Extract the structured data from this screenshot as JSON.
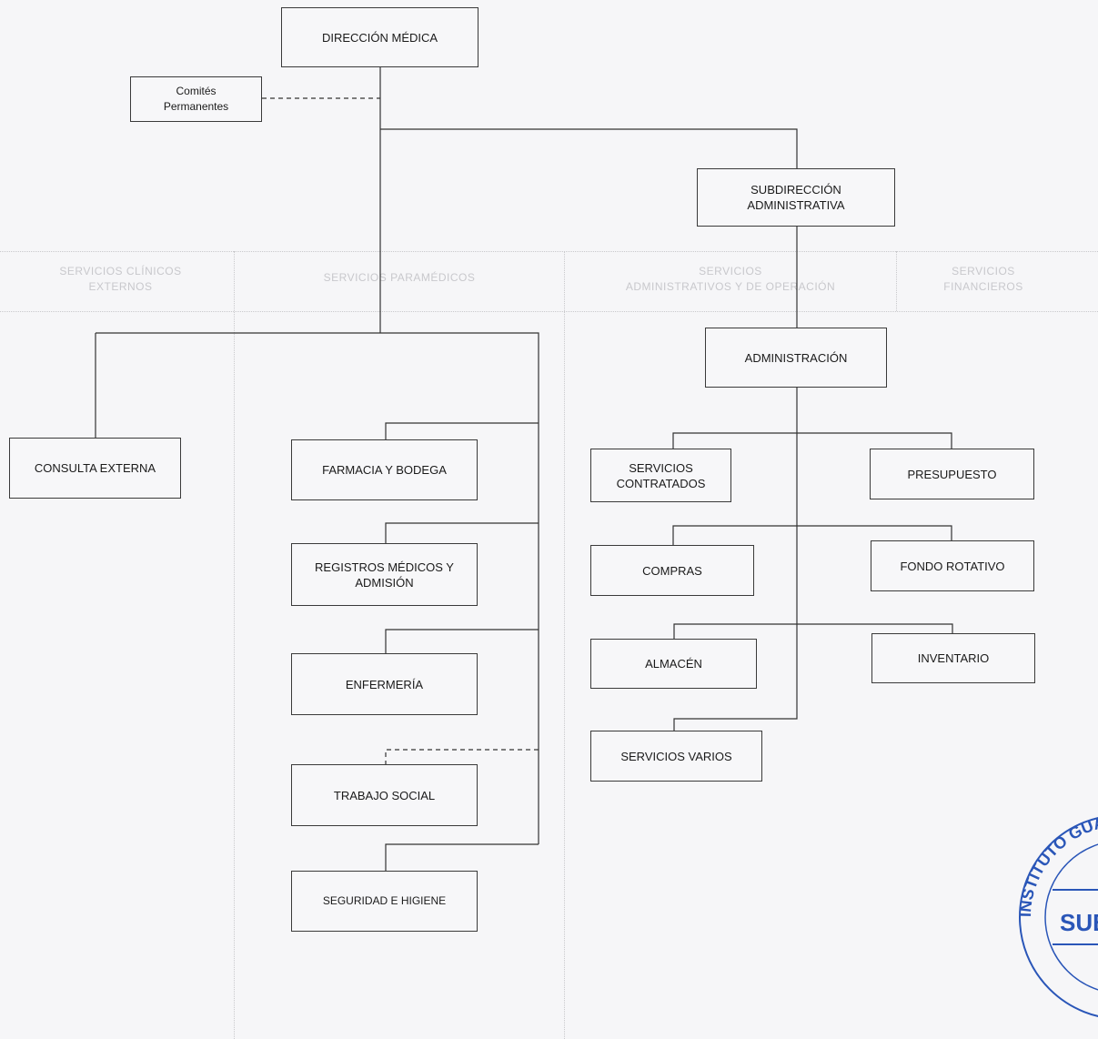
{
  "chart": {
    "top": {
      "direccion": "DIRECCIÓN MÉDICA",
      "comites": "Comités\nPermanentes",
      "subdireccion": "SUBDIRECCIÓN\nADMINISTRATIVA"
    },
    "lanes": [
      "SERVICIOS CLÍNICOS\nEXTERNOS",
      "SERVICIOS PARAMÉDICOS",
      "SERVICIOS\nADMINISTRATIVOS Y DE OPERACIÓN",
      "SERVICIOS\nFINANCIEROS"
    ],
    "clinicos": {
      "consulta": "CONSULTA EXTERNA"
    },
    "paramedicos": {
      "farmacia": "FARMACIA Y BODEGA",
      "registros": "REGISTROS MÉDICOS Y\nADMISIÓN",
      "enfermeria": "ENFERMERÍA",
      "trabajo": "TRABAJO SOCIAL",
      "seguridad": "SEGURIDAD E HIGIENE"
    },
    "administrativos": {
      "administracion": "ADMINISTRACIÓN",
      "contratados": "SERVICIOS\nCONTRATADOS",
      "presupuesto": "PRESUPUESTO",
      "compras": "COMPRAS",
      "fondo": "FONDO ROTATIVO",
      "almacen": "ALMACÉN",
      "inventario": "INVENTARIO",
      "varios": "SERVICIOS VARIOS"
    }
  },
  "seal": {
    "text": "INSTITUTO GUATEMALTECO",
    "color": "#2a56b8"
  }
}
